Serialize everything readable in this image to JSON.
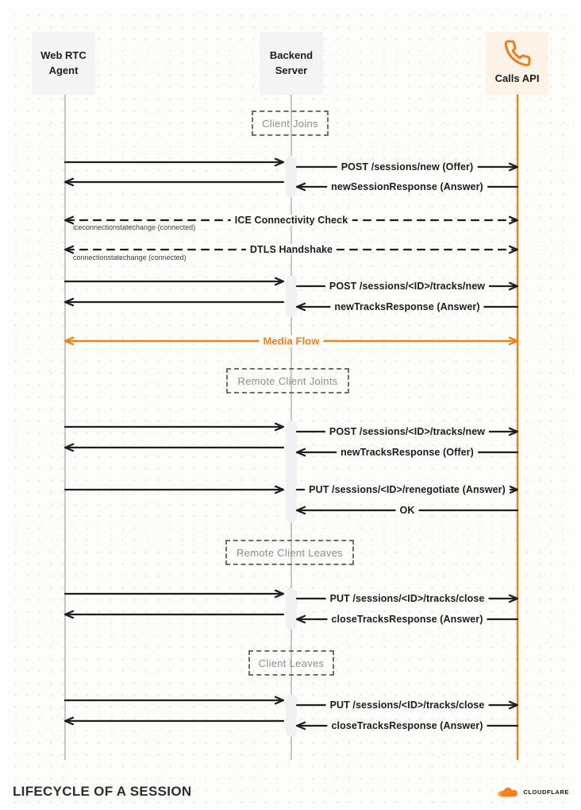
{
  "actors": [
    {
      "label": "Web RTC Agent"
    },
    {
      "label": "Backend Server"
    },
    {
      "label": "Calls API",
      "icon": "phone-icon"
    }
  ],
  "sections": [
    {
      "label": "Client Joins"
    },
    {
      "label": "Remote Client Joints"
    },
    {
      "label": "Remote Client Leaves"
    },
    {
      "label": "Client Leaves"
    }
  ],
  "messages": [
    {
      "label": "POST /sessions/new (Offer)",
      "from": "Backend Server",
      "to": "Calls API",
      "style": "solid"
    },
    {
      "label": "newSessionResponse (Answer)",
      "from": "Calls API",
      "to": "Backend Server",
      "style": "solid"
    },
    {
      "label": "ICE Connectivity Check",
      "sublabel": "iceconnectionstatechange (connected)",
      "from": "Web RTC Agent",
      "to": "Calls API",
      "style": "dashed-bidirectional"
    },
    {
      "label": "DTLS Handshake",
      "sublabel": "connectionstatechange (connected)",
      "from": "Web RTC Agent",
      "to": "Calls API",
      "style": "dashed-bidirectional"
    },
    {
      "label": "POST /sessions/<ID>/tracks/new",
      "from": "Backend Server",
      "to": "Calls API",
      "style": "solid"
    },
    {
      "label": "newTracksResponse (Answer)",
      "from": "Calls API",
      "to": "Backend Server",
      "style": "solid"
    },
    {
      "label": "Media Flow",
      "from": "Web RTC Agent",
      "to": "Calls API",
      "style": "orange-bidirectional"
    },
    {
      "label": "POST /sessions/<ID>/tracks/new",
      "from": "Backend Server",
      "to": "Calls API",
      "style": "solid"
    },
    {
      "label": "newTracksResponse (Offer)",
      "from": "Calls API",
      "to": "Backend Server",
      "style": "solid"
    },
    {
      "label": "PUT /sessions/<ID>/renegotiate (Answer)",
      "from": "Web RTC Agent",
      "to": "Calls API",
      "style": "solid"
    },
    {
      "label": "OK",
      "from": "Calls API",
      "to": "Backend Server",
      "style": "solid"
    },
    {
      "label": "PUT /sessions/<ID>/tracks/close",
      "from": "Backend Server",
      "to": "Calls API",
      "style": "solid"
    },
    {
      "label": "closeTracksResponse (Answer)",
      "from": "Calls API",
      "to": "Backend Server",
      "style": "solid"
    },
    {
      "label": "PUT /sessions/<ID>/tracks/close",
      "from": "Backend Server",
      "to": "Calls API",
      "style": "solid"
    },
    {
      "label": "closeTracksResponse (Answer)",
      "from": "Calls API",
      "to": "Backend Server",
      "style": "solid"
    }
  ],
  "footer": {
    "title": "LIFECYCLE OF A SESSION",
    "brand": "CLOUDFLARE"
  },
  "colors": {
    "accent_orange": "#f6821f",
    "arrow_black": "#1f1f1f",
    "lifeline_gray": "#c6c6c6"
  }
}
